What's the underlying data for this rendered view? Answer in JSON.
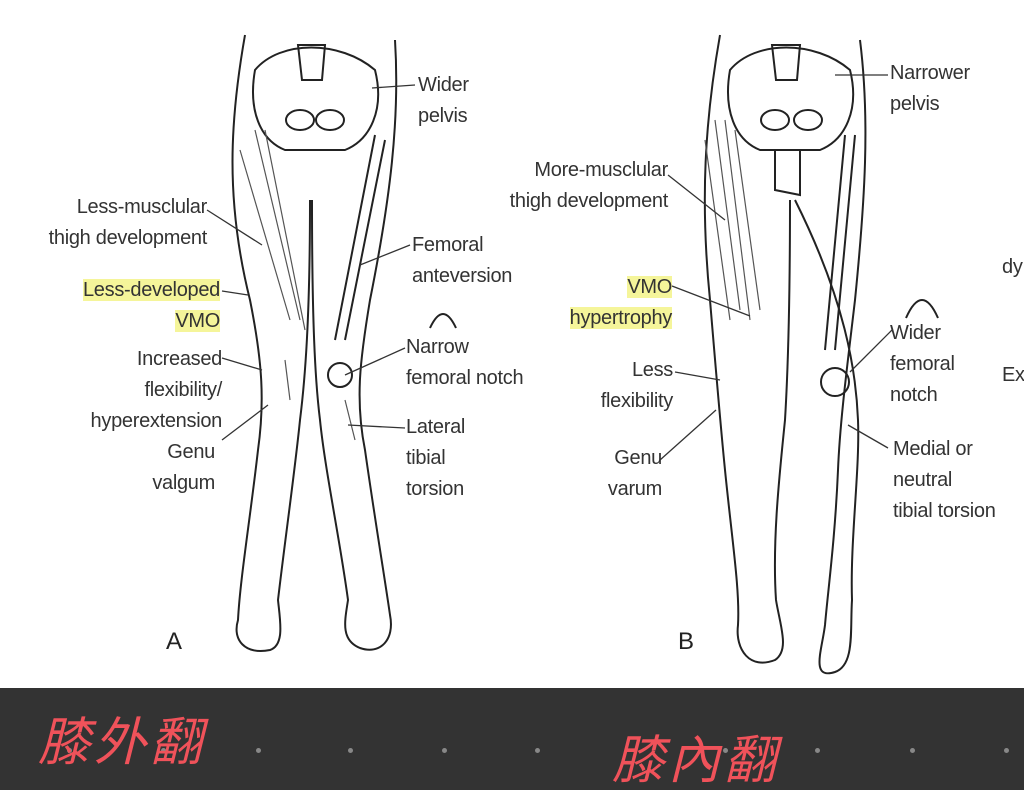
{
  "figure_a": {
    "letter": "A",
    "labels": {
      "pelvis": [
        "Wider",
        "pelvis"
      ],
      "thigh": [
        "Less-musclular",
        "thigh development"
      ],
      "femoral": [
        "Femoral",
        "anteversion"
      ],
      "vmo": [
        "Less-developed",
        "VMO"
      ],
      "notch": [
        "Narrow",
        "femoral notch"
      ],
      "flex": [
        "Increased",
        "flexibility/",
        "hyperextension"
      ],
      "genu": [
        "Genu",
        "valgum"
      ],
      "tibial": [
        "Lateral",
        "tibial",
        "torsion"
      ]
    }
  },
  "figure_b": {
    "letter": "B",
    "labels": {
      "pelvis": [
        "Narrower",
        "pelvis"
      ],
      "thigh": [
        "More-musclular",
        "thigh development"
      ],
      "vmo": [
        "VMO",
        "hypertrophy"
      ],
      "notch": [
        "Wider",
        "femoral",
        "notch"
      ],
      "flex": [
        "Less",
        "flexibility"
      ],
      "genu": [
        "Genu",
        "varum"
      ],
      "tibial": [
        "Medial or",
        "neutral",
        "tibial torsion"
      ]
    }
  },
  "cutoff_text": [
    "dy",
    "Ex"
  ],
  "annotations": {
    "left": "膝外翻",
    "right": "膝內翻"
  },
  "colors": {
    "annotation": "#f0525a",
    "bar": "#333333",
    "highlight": "#f0f064"
  }
}
